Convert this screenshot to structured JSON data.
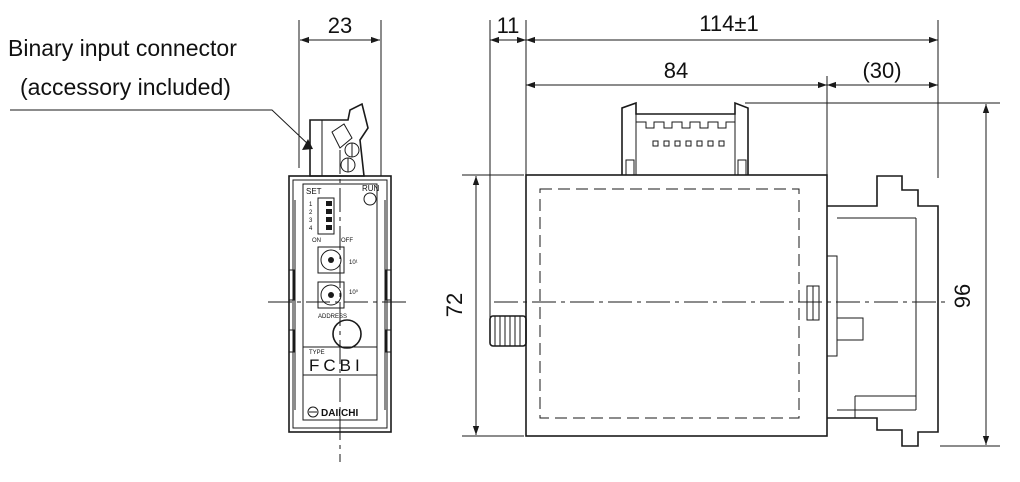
{
  "callout": {
    "line1": "Binary input connector",
    "line2": "(accessory included)"
  },
  "dimensions": {
    "front_width": "23",
    "connector_offset": "11",
    "overall_depth": "114±1",
    "body_depth": "84",
    "rail_depth": "(30)",
    "body_height": "72",
    "overall_height": "96"
  },
  "panel": {
    "set_label": "SET",
    "run_label": "RUN",
    "dip_numbers": [
      "1",
      "2",
      "3",
      "4"
    ],
    "on_label": "ON",
    "off_label": "OFF",
    "rotary_tens": "10¹",
    "rotary_ones": "10⁰",
    "address_label": "ADDRESS",
    "type_label": "TYPE",
    "type_value": "FCBI",
    "brand": "DAIICHI"
  }
}
